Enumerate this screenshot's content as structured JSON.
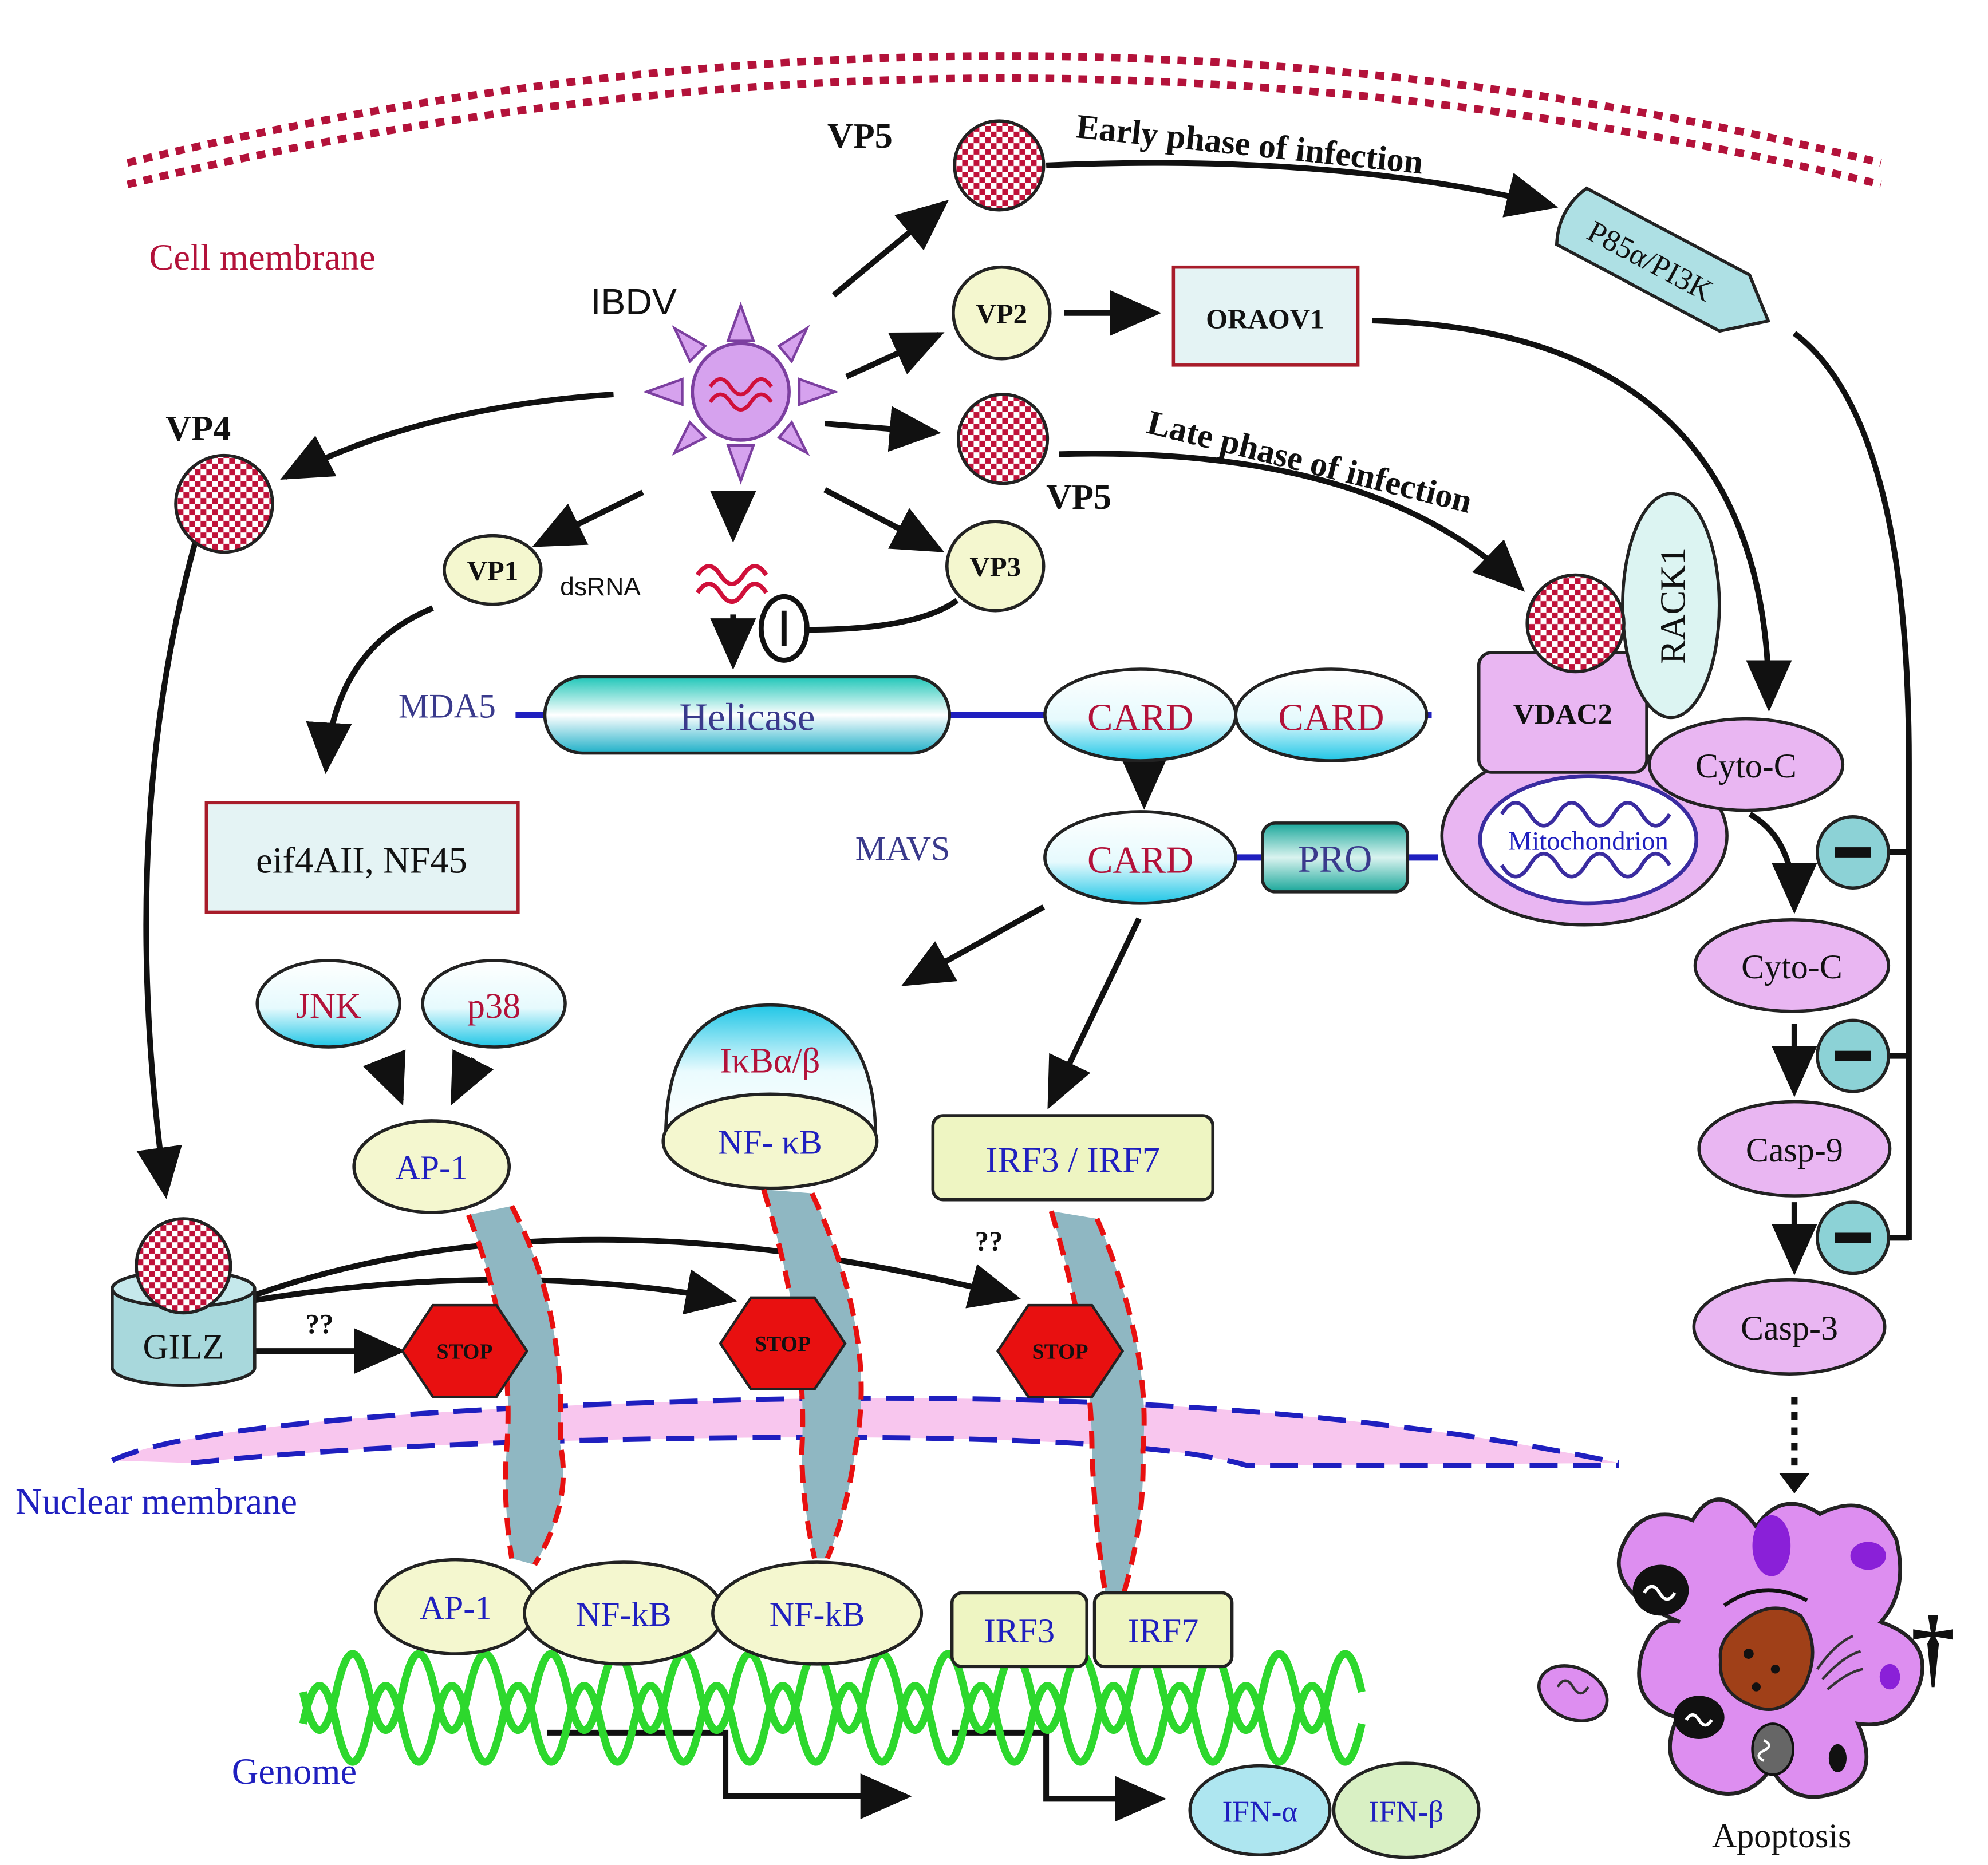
{
  "labels": {
    "cell_membrane": "Cell membrane",
    "ibdv": "IBDV",
    "vp5_top": "VP5",
    "vp5_mid": "VP5",
    "early_phase": "Early phase of infection",
    "late_phase": "Late phase of infection",
    "vp2": "VP2",
    "vp4": "VP4",
    "vp1": "VP1",
    "vp3": "VP3",
    "dsrna": "dsRNA",
    "oraov1": "ORAOV1",
    "p85": "P85α/PI3K",
    "rack1": "RACK1",
    "vdac2": "VDAC2",
    "mitochondrion": "Mitochondrion",
    "mda5": "MDA5",
    "helicase": "Helicase",
    "card1": "CARD",
    "card2": "CARD",
    "mavs": "MAVS",
    "card3": "CARD",
    "pro": "PRO",
    "cyto_c1": "Cyto-C",
    "cyto_c2": "Cyto-C",
    "casp9": "Casp-9",
    "casp3": "Casp-3",
    "eif": "eif4AII, NF45",
    "jnk": "JNK",
    "p38": "p38",
    "ikb": "IκBα/β",
    "nfkb_top": "NF- κB",
    "ap1_top": "AP-1",
    "irf37": "IRF3 / IRF7",
    "gilz": "GILZ",
    "qq1": "??",
    "qq2": "??",
    "stop1": "STOP",
    "stop2": "STOP",
    "stop3": "STOP",
    "nuclear_membrane": "Nuclear membrane",
    "ap1_bottom": "AP-1",
    "nfkb_b1": "NF-kB",
    "nfkb_b2": "NF-kB",
    "irf3": "IRF3",
    "irf7": "IRF7",
    "genome": "Genome",
    "ifna": "IFN-α",
    "ifnb": "IFN-β",
    "apoptosis": "Apoptosis",
    "cross": "†"
  },
  "colors": {
    "membrane_red": "#b3123a",
    "label_blue": "#1f1fbf",
    "vp_fill": "#f4f7cf",
    "cyan": "#22c8e8",
    "lavender": "#e9b6f2",
    "teal_box": "#bfe3e6",
    "stop_red": "#e81010",
    "dna_green": "#2dd82d",
    "nucleus_pink": "#f8c6ee",
    "cell_purple": "#dd8ef0"
  }
}
